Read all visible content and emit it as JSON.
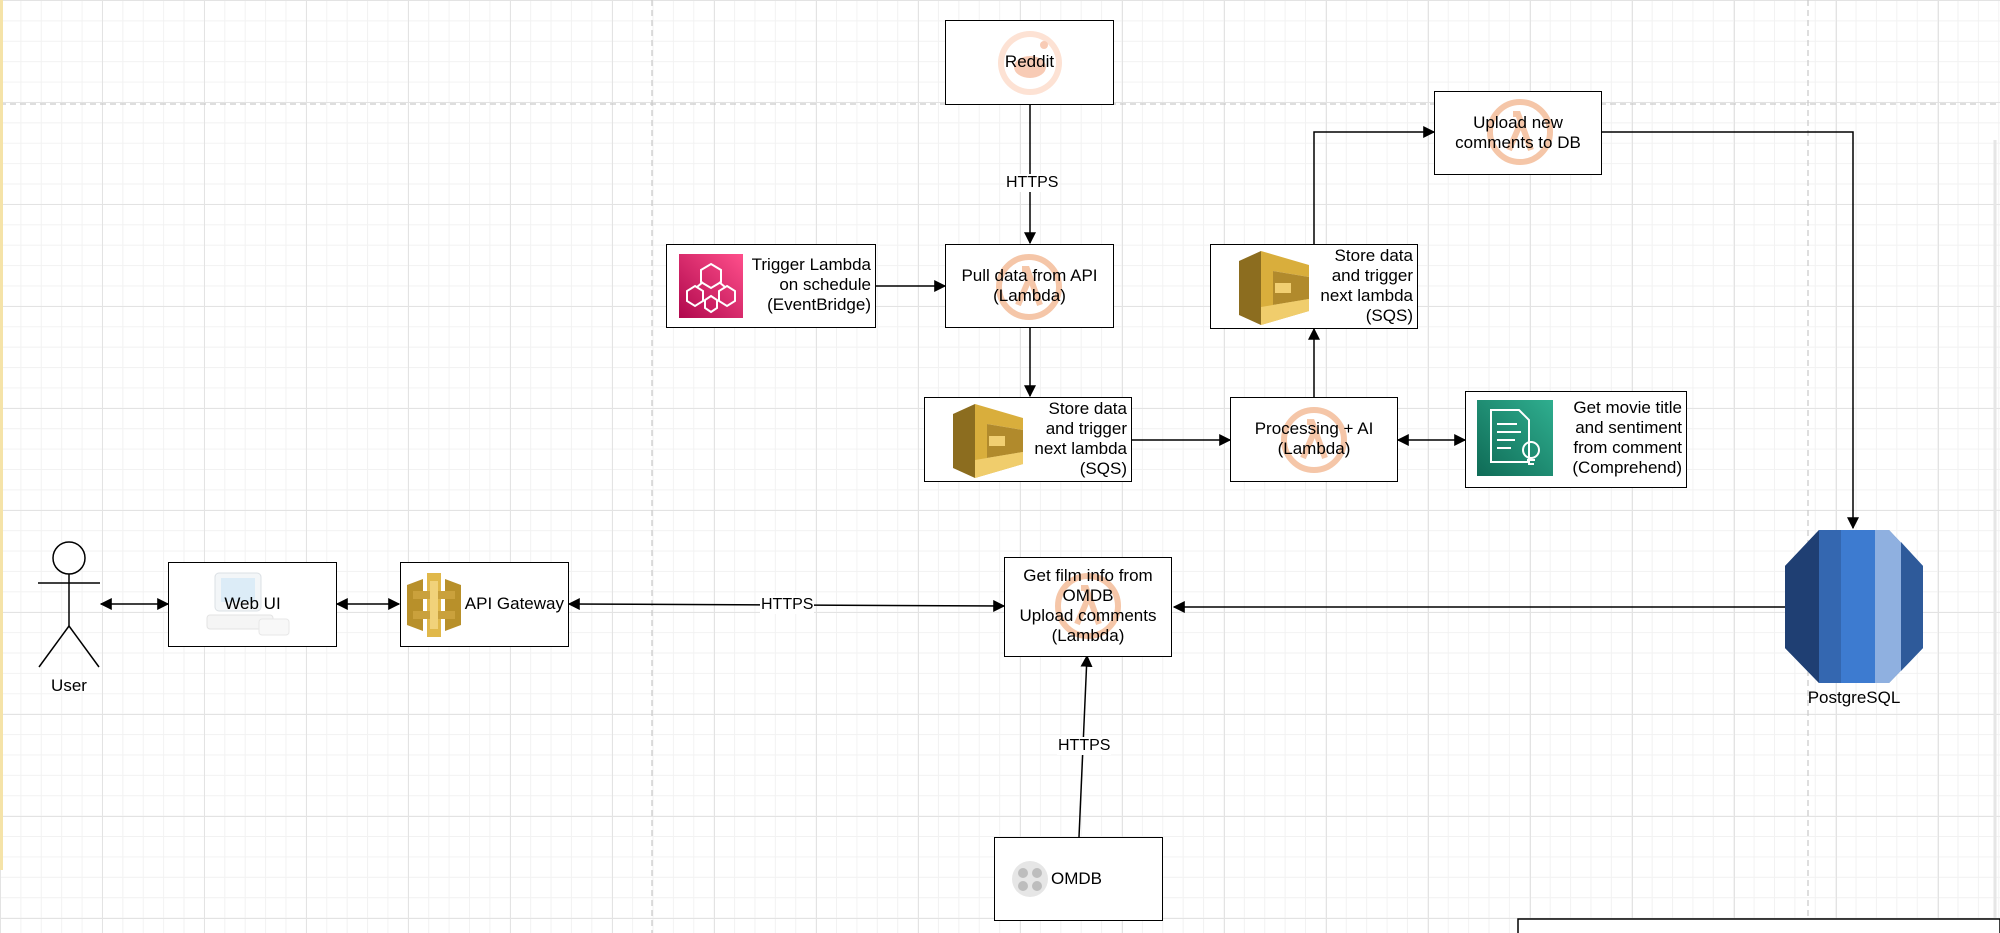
{
  "nodes": {
    "user": "User",
    "web_ui": "Web UI",
    "api_gateway": "API Gateway",
    "reddit": "Reddit",
    "pull_data": "Pull data from API\n(Lambda)",
    "trigger_lambda": "Trigger Lambda\non schedule\n(EventBridge)",
    "store_data_1": "Store data\nand trigger\nnext lambda\n(SQS)",
    "processing": "Processing + AI\n(Lambda)",
    "comprehend": "Get movie title\nand sentiment\nfrom comment\n(Comprehend)",
    "store_data_2": "Store data\nand trigger\nnext lambda\n(SQS)",
    "upload_comments": "Upload new\ncomments to DB",
    "get_film_info": "Get film info from\nOMDB\nUpload comments\n(Lambda)",
    "omdb": "OMDB",
    "postgresql": "PostgreSQL"
  },
  "edges": {
    "reddit_to_pull": "HTTPS",
    "gateway_to_filminfo": "HTTPS",
    "omdb_to_filminfo": "HTTPS"
  },
  "colors": {
    "eventbridge": "#d6336c",
    "sqs": "#c8a43a",
    "comprehend": "#1f8a70",
    "rds": "#3b72c0",
    "lambda_watermark": "#f5c6a8"
  },
  "icons": [
    "user-stick-figure-icon",
    "computer-icon",
    "api-gateway-icon",
    "reddit-icon",
    "lambda-icon",
    "eventbridge-icon",
    "sqs-icon",
    "comprehend-icon",
    "rds-database-icon",
    "omdb-icon"
  ]
}
